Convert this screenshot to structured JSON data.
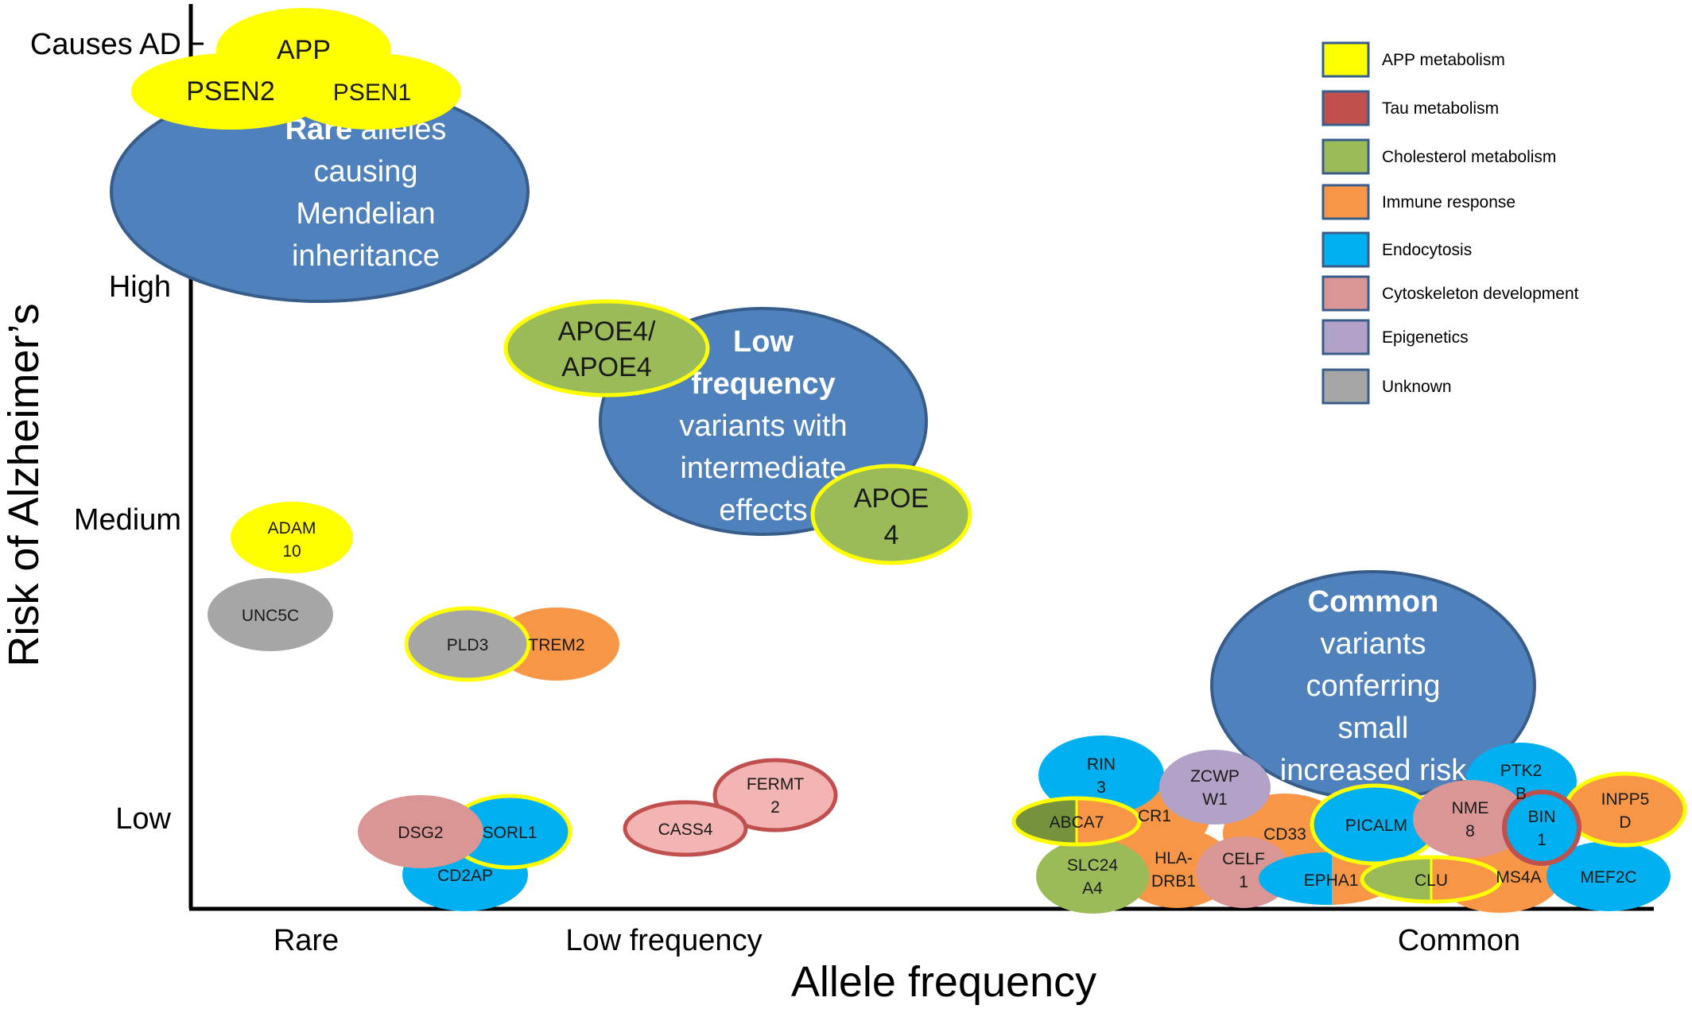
{
  "axes": {
    "y_title": "Risk of Alzheimer’s",
    "x_title": "Allele frequency",
    "y_ticks": [
      "Causes AD",
      "High",
      "Medium",
      "Low"
    ],
    "x_ticks": [
      "Rare",
      "Low frequency",
      "Common"
    ]
  },
  "legend": [
    {
      "label": "APP metabolism",
      "color": "#ffff00"
    },
    {
      "label": "Tau metabolism",
      "color": "#c0504d"
    },
    {
      "label": "Cholesterol metabolism",
      "color": "#9bbb59"
    },
    {
      "label": "Immune response",
      "color": "#f79646"
    },
    {
      "label": "Endocytosis",
      "color": "#00b0f0"
    },
    {
      "label": "Cytoskeleton development",
      "color": "#d99694"
    },
    {
      "label": "Epigenetics",
      "color": "#b3a2c7"
    },
    {
      "label": "Unknown",
      "color": "#a6a6a6"
    }
  ],
  "categories": {
    "rare": {
      "bold": "Rare",
      "rest": " alleles",
      "lines": [
        "causing",
        "Mendelian",
        "inheritance"
      ]
    },
    "low_frequency": {
      "bold_lines": [
        "Low",
        "frequency"
      ],
      "lines": [
        "variants with",
        "intermediate",
        "effects"
      ]
    },
    "common": {
      "bold_lines": [
        "Common"
      ],
      "lines": [
        "variants",
        "conferring",
        "small",
        "increased risk"
      ]
    }
  },
  "genes": {
    "app": "APP",
    "psen2": "PSEN2",
    "psen1": "PSEN1",
    "apoe4_apoe4": [
      "APOE4/",
      "APOE4"
    ],
    "apoe4": [
      "APOE",
      "4"
    ],
    "adam10": [
      "ADAM",
      "10"
    ],
    "unc5c": "UNC5C",
    "pld3": "PLD3",
    "trem2": "TREM2",
    "dsg2": "DSG2",
    "sorl1": "SORL1",
    "cd2ap": "CD2AP",
    "cass4": "CASS4",
    "fermt2": [
      "FERMT",
      "2"
    ],
    "rin3": [
      "RIN",
      "3"
    ],
    "zcwpw1": [
      "ZCWP",
      "W1"
    ],
    "ptk2b": [
      "PTK2",
      "B"
    ],
    "inpp5d": [
      "INPP5",
      "D"
    ],
    "abca7": "ABCA7",
    "cr1": "CR1",
    "cd33": "CD33",
    "picalm": "PICALM",
    "nme8": [
      "NME",
      "8"
    ],
    "bin1": [
      "BIN",
      "1"
    ],
    "slc24a4": [
      "SLC24",
      "A4"
    ],
    "hla_drb1": [
      "HLA-",
      "DRB1"
    ],
    "celf1": [
      "CELF",
      "1"
    ],
    "epha1": "EPHA1",
    "clu": "CLU",
    "ms4a": "MS4A",
    "mef2c": "MEF2C"
  }
}
